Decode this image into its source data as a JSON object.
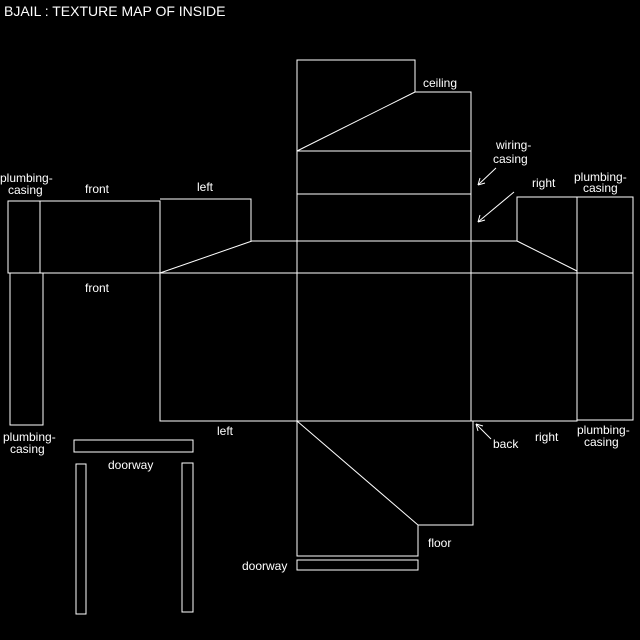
{
  "title": "BJAIL : TEXTURE MAP OF INSIDE",
  "labels": {
    "ceiling": "ceiling",
    "wiring_casing_1": "wiring-",
    "wiring_casing_2": "casing",
    "right_top": "right",
    "plumbing_casing_tr_1": "plumbing-",
    "plumbing_casing_tr_2": "casing",
    "plumbing_casing_tl_1": "plumbing-",
    "plumbing_casing_tl_2": "casing",
    "front_top": "front",
    "left_top": "left",
    "front_mid": "front",
    "plumbing_casing_bl_1": "plumbing-",
    "plumbing_casing_bl_2": "casing",
    "left_bottom": "left",
    "doorway_left": "doorway",
    "back": "back",
    "right_bottom": "right",
    "plumbing_casing_br_1": "plumbing-",
    "plumbing_casing_br_2": "casing",
    "floor": "floor",
    "doorway_bottom": "doorway"
  }
}
